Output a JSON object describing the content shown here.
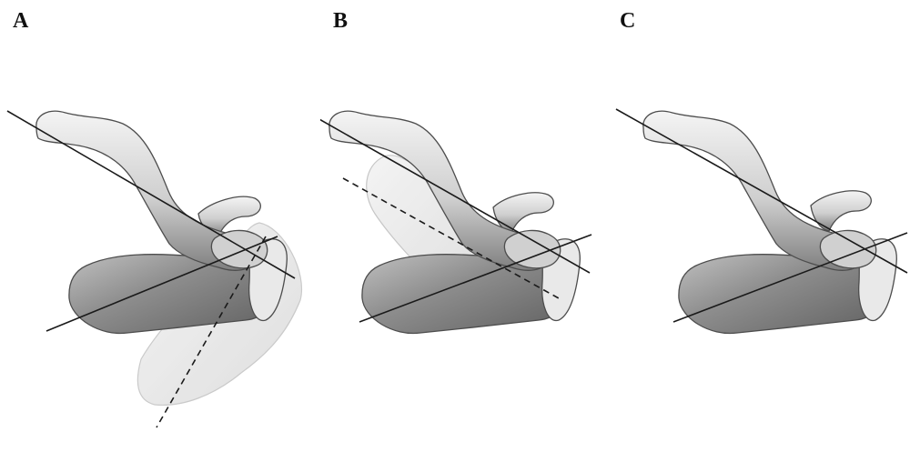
{
  "panels": [
    {
      "label": "A",
      "view": "scapula-rotated-down"
    },
    {
      "label": "B",
      "view": "scapula-rotated-up"
    },
    {
      "label": "C",
      "view": "scapula-neutral"
    }
  ],
  "colors": {
    "bone": "#d9d9d9",
    "bone_shadow": "#8a8a8a",
    "bone_outline": "#4d4d4d",
    "ghost": "#e8e8e8",
    "axis_line": "#1a1a1a"
  }
}
